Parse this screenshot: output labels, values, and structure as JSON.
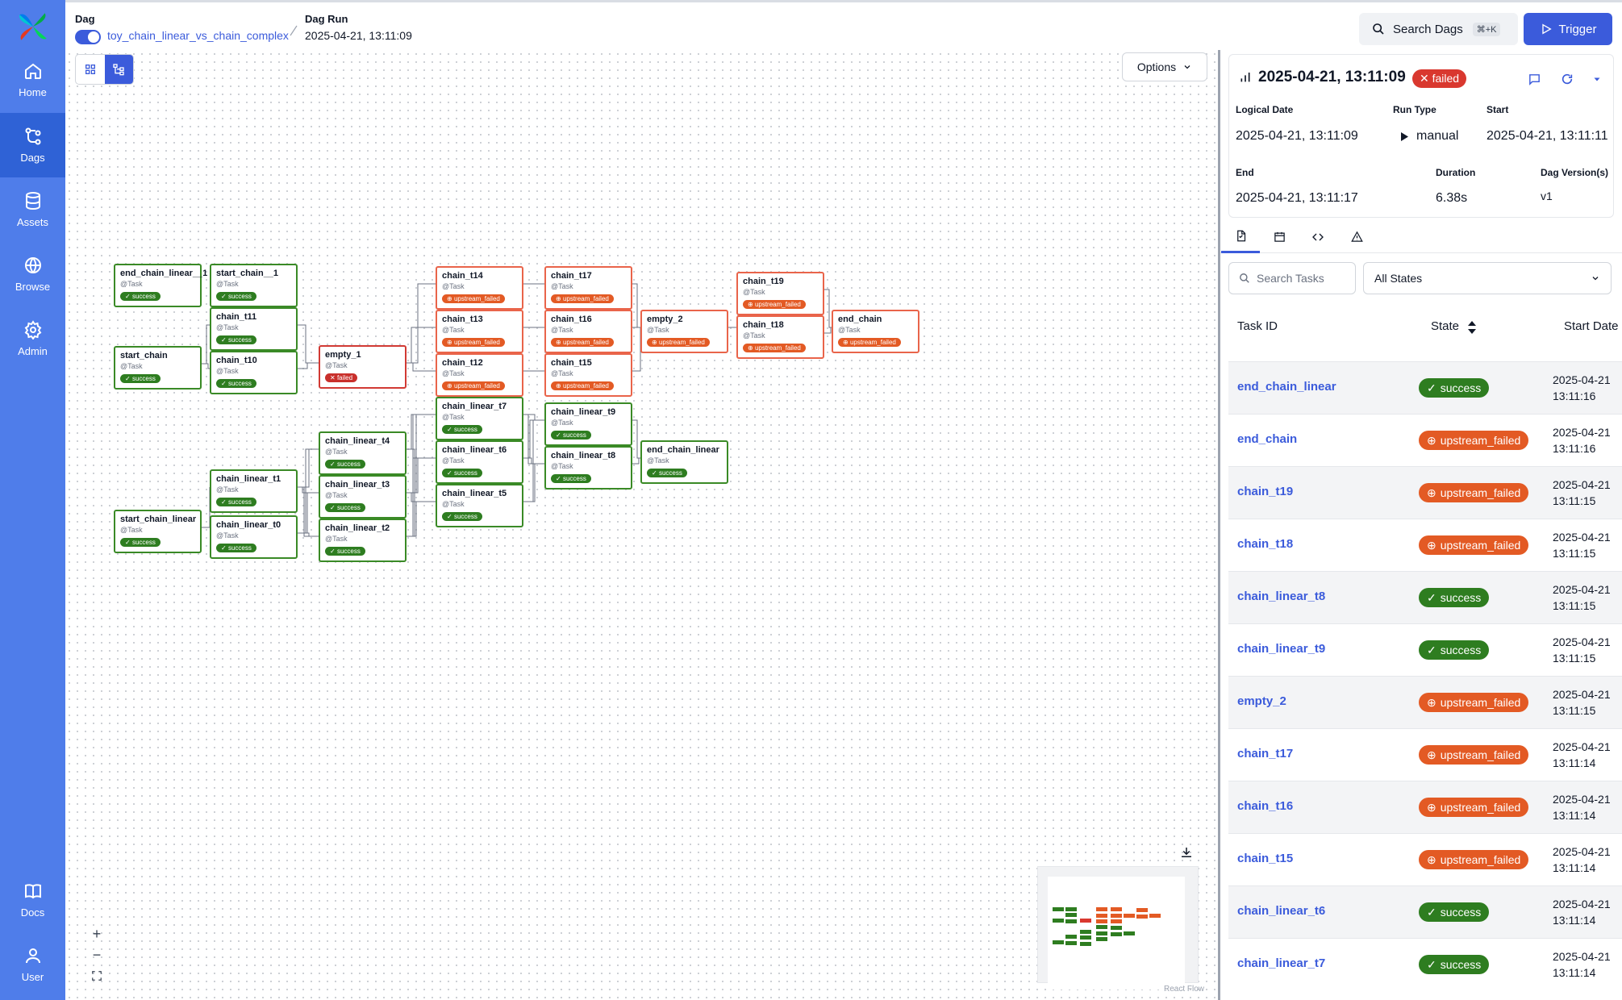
{
  "sidebar": {
    "items": [
      {
        "label": "Home",
        "icon": "home-icon"
      },
      {
        "label": "Dags",
        "icon": "dags-icon",
        "active": true
      },
      {
        "label": "Assets",
        "icon": "database-icon"
      },
      {
        "label": "Browse",
        "icon": "globe-icon"
      },
      {
        "label": "Admin",
        "icon": "gear-icon"
      },
      {
        "label": "Docs",
        "icon": "book-icon"
      },
      {
        "label": "User",
        "icon": "user-icon"
      }
    ]
  },
  "header": {
    "dag_label": "Dag",
    "dag_name": "toy_chain_linear_vs_chain_complex",
    "dag_run_label": "Dag Run",
    "dag_run_value": "2025-04-21, 13:11:09",
    "search_label": "Search Dags",
    "search_shortcut": "⌘+K",
    "trigger_label": "Trigger"
  },
  "graph": {
    "options_label": "Options",
    "type_label": "@Task",
    "react_flow_label": "React Flow",
    "nodes": [
      {
        "id": "end_chain_linear__1",
        "state": "success"
      },
      {
        "id": "start_chain__1",
        "state": "success"
      },
      {
        "id": "chain_t11",
        "state": "success"
      },
      {
        "id": "start_chain",
        "state": "success"
      },
      {
        "id": "chain_t10",
        "state": "success"
      },
      {
        "id": "empty_1",
        "state": "failed"
      },
      {
        "id": "chain_t14",
        "state": "upstream_failed"
      },
      {
        "id": "chain_t13",
        "state": "upstream_failed"
      },
      {
        "id": "chain_t12",
        "state": "upstream_failed"
      },
      {
        "id": "chain_t17",
        "state": "upstream_failed"
      },
      {
        "id": "chain_t16",
        "state": "upstream_failed"
      },
      {
        "id": "chain_t15",
        "state": "upstream_failed"
      },
      {
        "id": "empty_2",
        "state": "upstream_failed"
      },
      {
        "id": "chain_t19",
        "state": "upstream_failed"
      },
      {
        "id": "chain_t18",
        "state": "upstream_failed"
      },
      {
        "id": "end_chain",
        "state": "upstream_failed"
      },
      {
        "id": "chain_linear_t7",
        "state": "success"
      },
      {
        "id": "chain_linear_t6",
        "state": "success"
      },
      {
        "id": "chain_linear_t5",
        "state": "success"
      },
      {
        "id": "chain_linear_t4",
        "state": "success"
      },
      {
        "id": "chain_linear_t3",
        "state": "success"
      },
      {
        "id": "chain_linear_t2",
        "state": "success"
      },
      {
        "id": "chain_linear_t9",
        "state": "success"
      },
      {
        "id": "chain_linear_t8",
        "state": "success"
      },
      {
        "id": "end_chain_linear",
        "state": "success"
      },
      {
        "id": "chain_linear_t1",
        "state": "success"
      },
      {
        "id": "chain_linear_t0",
        "state": "success"
      },
      {
        "id": "start_chain_linear",
        "state": "success"
      }
    ]
  },
  "run": {
    "title": "2025-04-21, 13:11:09",
    "state": "failed",
    "logical_date_label": "Logical Date",
    "logical_date": "2025-04-21, 13:11:09",
    "run_type_label": "Run Type",
    "run_type": "manual",
    "start_label": "Start",
    "start": "2025-04-21, 13:11:11",
    "end_label": "End",
    "end": "2025-04-21, 13:11:17",
    "duration_label": "Duration",
    "duration": "6.38s",
    "dag_version_label": "Dag Version(s)",
    "dag_version": "v1"
  },
  "tasks": {
    "search_placeholder": "Search Tasks",
    "state_filter": "All States",
    "columns": [
      "Task ID",
      "State",
      "Start Date"
    ],
    "rows": [
      {
        "task_id": "end_chain_linear",
        "state": "success",
        "date": "2025-04-21",
        "time": "13:11:16"
      },
      {
        "task_id": "end_chain",
        "state": "upstream_failed",
        "date": "2025-04-21",
        "time": "13:11:16"
      },
      {
        "task_id": "chain_t19",
        "state": "upstream_failed",
        "date": "2025-04-21",
        "time": "13:11:15"
      },
      {
        "task_id": "chain_t18",
        "state": "upstream_failed",
        "date": "2025-04-21",
        "time": "13:11:15"
      },
      {
        "task_id": "chain_linear_t8",
        "state": "success",
        "date": "2025-04-21",
        "time": "13:11:15"
      },
      {
        "task_id": "chain_linear_t9",
        "state": "success",
        "date": "2025-04-21",
        "time": "13:11:15"
      },
      {
        "task_id": "empty_2",
        "state": "upstream_failed",
        "date": "2025-04-21",
        "time": "13:11:15"
      },
      {
        "task_id": "chain_t17",
        "state": "upstream_failed",
        "date": "2025-04-21",
        "time": "13:11:14"
      },
      {
        "task_id": "chain_t16",
        "state": "upstream_failed",
        "date": "2025-04-21",
        "time": "13:11:14"
      },
      {
        "task_id": "chain_t15",
        "state": "upstream_failed",
        "date": "2025-04-21",
        "time": "13:11:14"
      },
      {
        "task_id": "chain_linear_t6",
        "state": "success",
        "date": "2025-04-21",
        "time": "13:11:14"
      },
      {
        "task_id": "chain_linear_t7",
        "state": "success",
        "date": "2025-04-21",
        "time": "13:11:14"
      }
    ]
  },
  "colors": {
    "sidebar": "#4f7dea",
    "sidebar_active": "#2f62d6",
    "accent": "#3b5bdb",
    "success": "#2e7d20",
    "upstream_failed": "#e35a24",
    "failed": "#d9382f"
  }
}
